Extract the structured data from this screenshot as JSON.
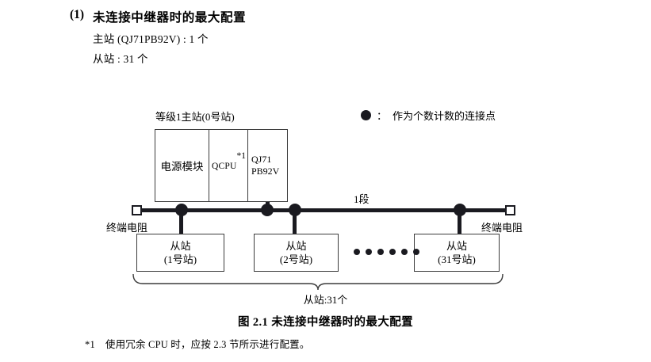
{
  "heading": {
    "number": "(1)",
    "title": "未连接中继器时的最大配置",
    "spec_master": "主站 (QJ71PB92V) : 1 个",
    "spec_slave": "从站 : 31 个"
  },
  "legend": {
    "symbol": "dot-icon",
    "separator": "：",
    "text": "作为个数计数的连接点"
  },
  "diagram": {
    "master_label": "等级1主站(0号站)",
    "rack": {
      "power_module": "电源模块",
      "cpu": "QCPU",
      "cpu_footnote_mark": "*1",
      "network_line1": "QJ71",
      "network_line2": "PB92V"
    },
    "segment_label": "1段",
    "terminator_left_label": "终端电阻",
    "terminator_right_label": "终端电阻",
    "slaves": [
      {
        "title": "从站",
        "station": "(1号站)"
      },
      {
        "title": "从站",
        "station": "(2号站)"
      },
      {
        "title": "从站",
        "station": "(31号站)"
      }
    ],
    "ellipsis_count": 6,
    "brace_label": "从站:31个"
  },
  "caption": "图 2.1  未连接中继器时的最大配置",
  "footnote": {
    "mark": "*1",
    "text": "使用冗余 CPU 时，应按 2.3 节所示进行配置。"
  },
  "colors": {
    "ink": "#1a1a20",
    "box_border": "#3c3c3c",
    "page_background": "#ffffff"
  }
}
